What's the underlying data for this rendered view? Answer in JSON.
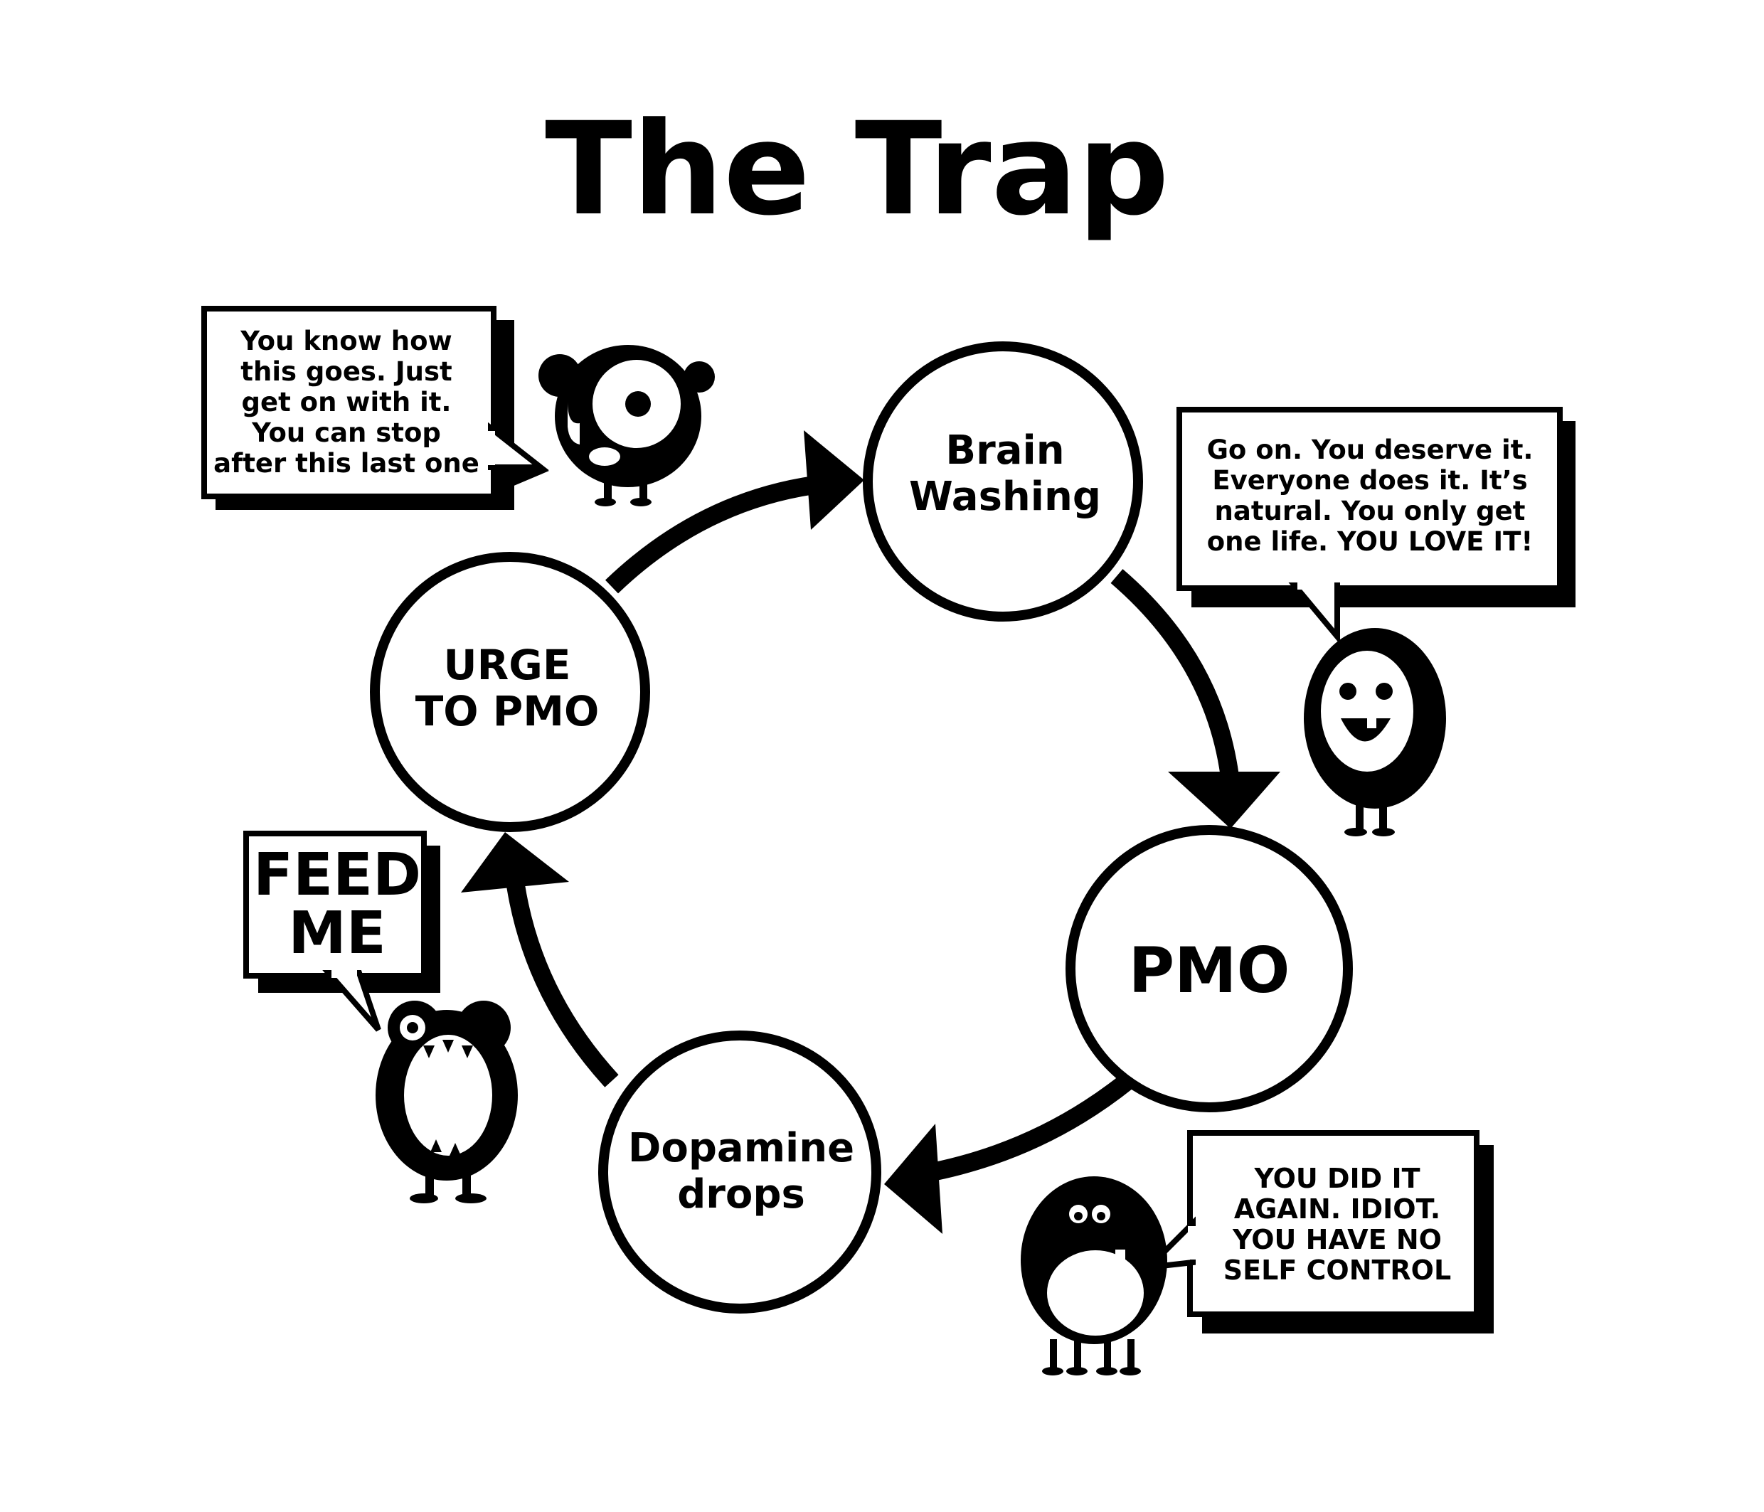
{
  "title": "The Trap",
  "colors": {
    "ink": "#000000",
    "paper": "#ffffff"
  },
  "nodes": [
    {
      "id": "brain-washing",
      "lines": [
        "Brain",
        "Washing"
      ]
    },
    {
      "id": "pmo",
      "lines": [
        "PMO"
      ]
    },
    {
      "id": "dopamine-drops",
      "lines": [
        "Dopamine",
        "drops"
      ]
    },
    {
      "id": "urge-to-pmo",
      "lines": [
        "URGE",
        "TO PMO"
      ]
    }
  ],
  "cycle": [
    {
      "from": "urge-to-pmo",
      "to": "brain-washing"
    },
    {
      "from": "brain-washing",
      "to": "pmo"
    },
    {
      "from": "pmo",
      "to": "dopamine-drops"
    },
    {
      "from": "dopamine-drops",
      "to": "urge-to-pmo"
    }
  ],
  "bubbles": [
    {
      "id": "just-get-on",
      "lines": [
        "You know how",
        "this goes. Just",
        "get on with it.",
        "You can stop",
        "after this last one"
      ]
    },
    {
      "id": "deserve-it",
      "lines": [
        "Go on. You deserve it.",
        "Everyone does it. It’s",
        "natural. You only get",
        "one life. YOU LOVE IT!"
      ]
    },
    {
      "id": "feed-me",
      "lines": [
        "FEED",
        "ME"
      ]
    },
    {
      "id": "did-it-again",
      "lines": [
        "YOU DID IT",
        "AGAIN. IDIOT.",
        "YOU HAVE NO",
        "SELF CONTROL"
      ]
    }
  ],
  "monsters": [
    {
      "id": "one-eyed-monster",
      "icon": "one-eyed-monster-icon"
    },
    {
      "id": "grinning-monster",
      "icon": "grinning-monster-icon"
    },
    {
      "id": "frog-monster",
      "icon": "frog-monster-icon"
    },
    {
      "id": "four-legged-monster",
      "icon": "four-legged-monster-icon"
    }
  ]
}
